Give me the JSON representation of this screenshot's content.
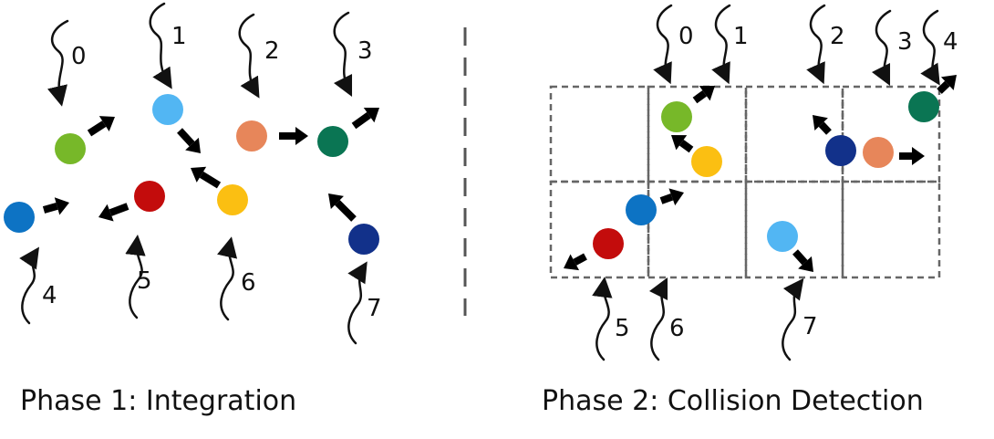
{
  "colors": {
    "green": "#77b829",
    "light_blue": "#52b6f3",
    "orange": "#e7865a",
    "dark_green": "#0a7553",
    "blue": "#0d73c4",
    "red": "#c30c0c",
    "yellow": "#fbbf12",
    "navy": "#12318a",
    "grid": "#666666",
    "divider": "#555555"
  },
  "phase1": {
    "caption": "Phase 1: Integration",
    "threads": [
      "0",
      "1",
      "2",
      "3",
      "4",
      "5",
      "6",
      "7"
    ]
  },
  "phase2": {
    "caption": "Phase 2: Collision Detection",
    "threads_top": [
      "0",
      "1",
      "2",
      "3",
      "4"
    ],
    "threads_bottom": [
      "5",
      "6",
      "7"
    ]
  }
}
